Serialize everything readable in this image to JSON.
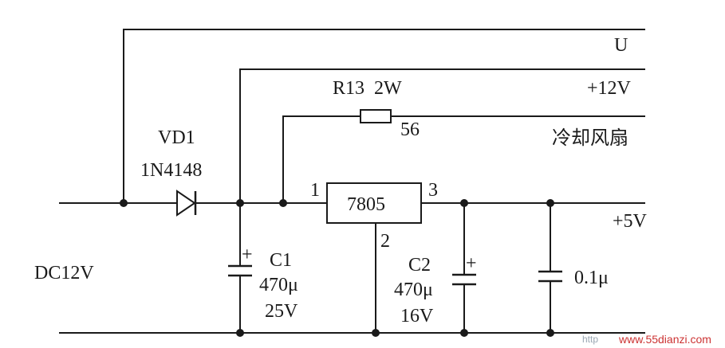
{
  "labels": {
    "u_rail": "U",
    "v12_rail": "+12V",
    "resistor_name": "R13  2W",
    "resistor_value": "56",
    "fan_label": "冷却风扇",
    "diode_name": "VD1",
    "diode_part": "1N4148",
    "input_label": "DC12V",
    "regulator": "7805",
    "pin_in": "1",
    "pin_out": "3",
    "pin_gnd": "2",
    "output_rail": "+5V",
    "c1_name": "C1",
    "c1_value": "470μ",
    "c1_voltage": "25V",
    "c2_name": "C2",
    "c2_value": "470μ",
    "c2_voltage": "16V",
    "c3_value": "0.1μ",
    "polarity": "+"
  },
  "watermark": {
    "prefix": "http",
    "site": "www.55dianzi.com"
  }
}
